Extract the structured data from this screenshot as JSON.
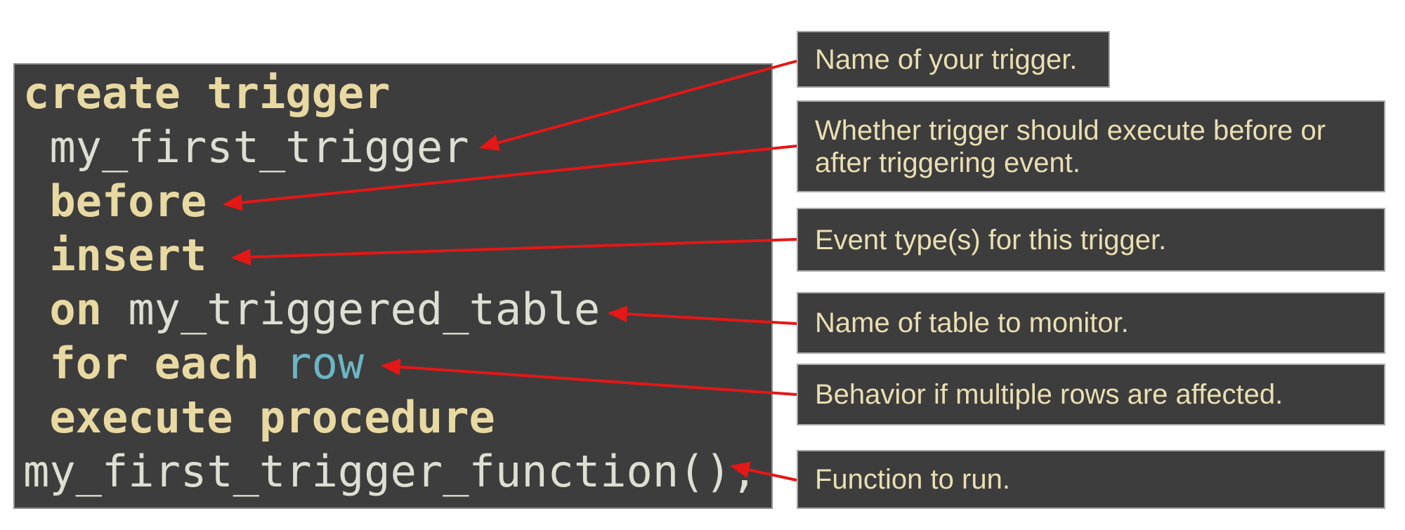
{
  "colors": {
    "page_bg": "#ffffff",
    "panel_bg": "#3d3d3d",
    "panel_border": "#8f8f8f",
    "keyword": "#e8d9a2",
    "identifier": "#dcdfd2",
    "row_keyword": "#6cb6c5",
    "note_bg": "#3d3d3d",
    "note_text": "#eadfb2",
    "arrow": "#e51717"
  },
  "code": {
    "language": "sql",
    "lines": [
      {
        "segments": [
          {
            "text": "create trigger",
            "style": "keyword"
          }
        ]
      },
      {
        "segments": [
          {
            "text": " my_first_trigger",
            "style": "identifier"
          }
        ]
      },
      {
        "segments": [
          {
            "text": " before",
            "style": "keyword"
          }
        ]
      },
      {
        "segments": [
          {
            "text": " insert",
            "style": "keyword"
          }
        ]
      },
      {
        "segments": [
          {
            "text": " on ",
            "style": "keyword"
          },
          {
            "text": "my_triggered_table",
            "style": "identifier"
          }
        ]
      },
      {
        "segments": [
          {
            "text": " for each ",
            "style": "keyword"
          },
          {
            "text": "row",
            "style": "special"
          }
        ]
      },
      {
        "segments": [
          {
            "text": " execute procedure",
            "style": "keyword"
          }
        ]
      },
      {
        "segments": [
          {
            "text": "my_first_trigger_function();",
            "style": "identifier"
          }
        ]
      }
    ]
  },
  "notes": [
    {
      "text": "Name of your trigger."
    },
    {
      "text": "Whether trigger should execute before or after triggering event."
    },
    {
      "text": "Event type(s) for this trigger."
    },
    {
      "text": "Name of table to monitor."
    },
    {
      "text": "Behavior if multiple rows are affected."
    },
    {
      "text": "Function to run."
    }
  ]
}
